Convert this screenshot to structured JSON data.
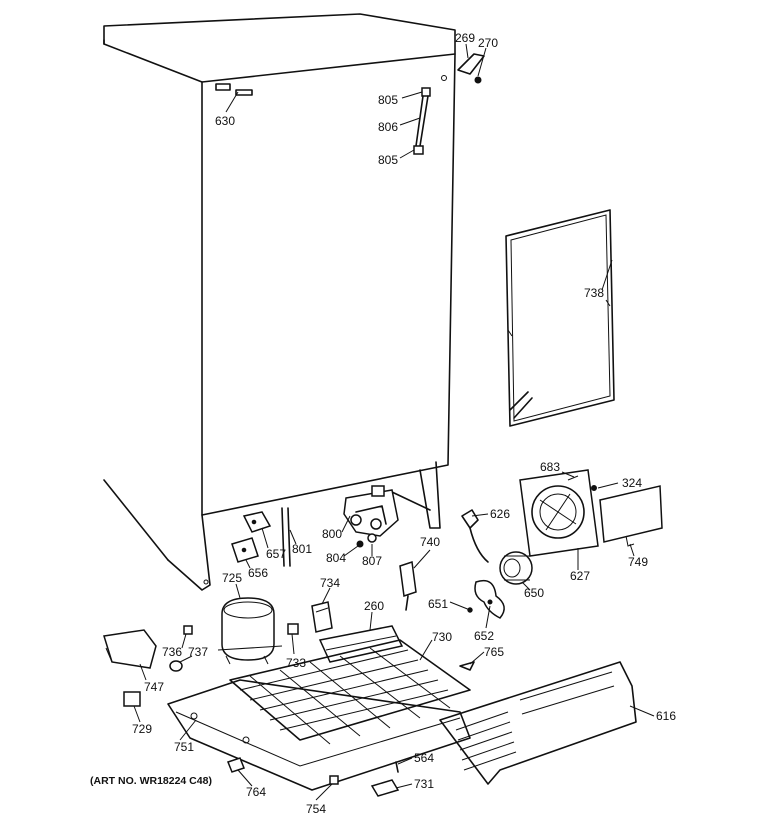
{
  "art_note": "(ART NO. WR18224 C48)",
  "callouts": [
    {
      "id": "269",
      "text": "269"
    },
    {
      "id": "270",
      "text": "270"
    },
    {
      "id": "630",
      "text": "630"
    },
    {
      "id": "805a",
      "text": "805"
    },
    {
      "id": "806",
      "text": "806"
    },
    {
      "id": "805b",
      "text": "805"
    },
    {
      "id": "738",
      "text": "738"
    },
    {
      "id": "683",
      "text": "683"
    },
    {
      "id": "324",
      "text": "324"
    },
    {
      "id": "626",
      "text": "626"
    },
    {
      "id": "800",
      "text": "800"
    },
    {
      "id": "801",
      "text": "801"
    },
    {
      "id": "657",
      "text": "657"
    },
    {
      "id": "656",
      "text": "656"
    },
    {
      "id": "804",
      "text": "804"
    },
    {
      "id": "807",
      "text": "807"
    },
    {
      "id": "740",
      "text": "740"
    },
    {
      "id": "627",
      "text": "627"
    },
    {
      "id": "749",
      "text": "749"
    },
    {
      "id": "650",
      "text": "650"
    },
    {
      "id": "725",
      "text": "725"
    },
    {
      "id": "734",
      "text": "734"
    },
    {
      "id": "260",
      "text": "260"
    },
    {
      "id": "651",
      "text": "651"
    },
    {
      "id": "652",
      "text": "652"
    },
    {
      "id": "730",
      "text": "730"
    },
    {
      "id": "765",
      "text": "765"
    },
    {
      "id": "736",
      "text": "736"
    },
    {
      "id": "737",
      "text": "737"
    },
    {
      "id": "733",
      "text": "733"
    },
    {
      "id": "747",
      "text": "747"
    },
    {
      "id": "616",
      "text": "616"
    },
    {
      "id": "729",
      "text": "729"
    },
    {
      "id": "751",
      "text": "751"
    },
    {
      "id": "564",
      "text": "564"
    },
    {
      "id": "731",
      "text": "731"
    },
    {
      "id": "764",
      "text": "764"
    },
    {
      "id": "754",
      "text": "754"
    }
  ]
}
